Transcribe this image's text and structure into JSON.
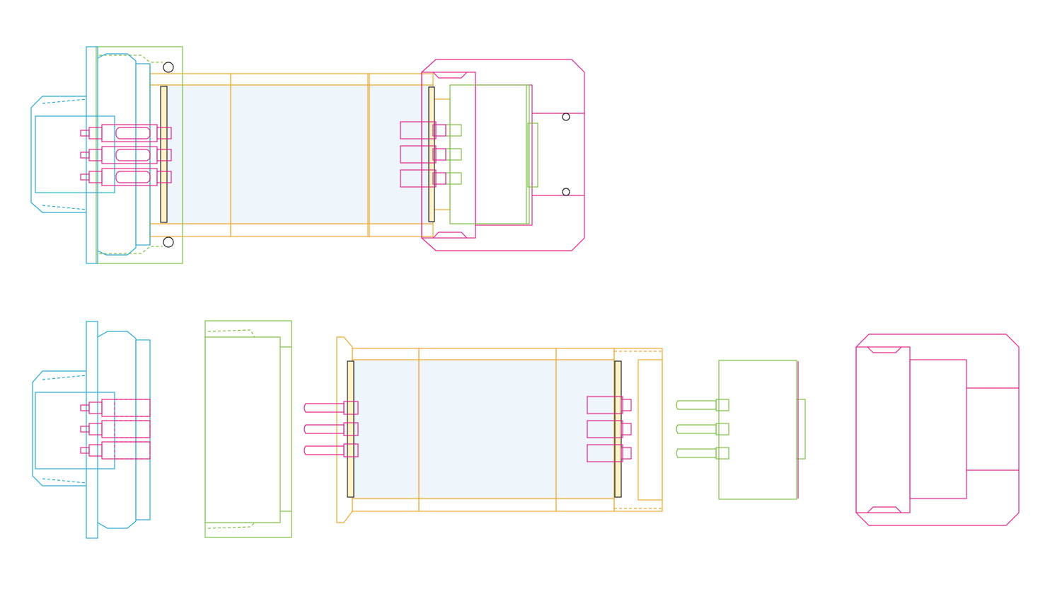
{
  "diagram": {
    "description_visible_text": [],
    "views": [
      {
        "id": "assembled",
        "parts": [
          "cyan-connector-housing",
          "green-backshell",
          "orange-adapter-body",
          "green-pin-insert",
          "magenta-cap"
        ]
      },
      {
        "id": "exploded",
        "parts": [
          "cyan-connector-housing",
          "green-backshell",
          "orange-adapter-body",
          "green-pin-insert",
          "magenta-cap"
        ]
      }
    ],
    "colors": {
      "cyan_part": "#29a9d6",
      "green_part": "#7cc242",
      "orange_part": "#f0a830",
      "magenta_part": "#e0268e",
      "gasket": "#fff3c8",
      "body_fill": "#eef5fb",
      "outline_dark": "#222222"
    }
  }
}
